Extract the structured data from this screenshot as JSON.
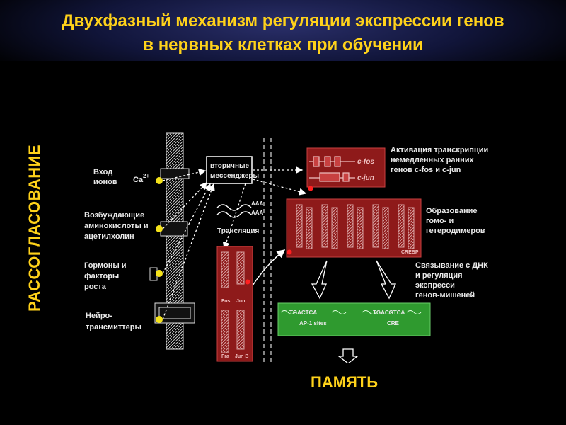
{
  "title": {
    "line1": "Двухфазный механизм регуляции экспрессии генов",
    "line2": "в нервных клетках при обучении"
  },
  "side_label": "РАССОГЛАСОВАНИЕ",
  "memory_label": "ПАМЯТЬ",
  "diagram": {
    "entry_ions": [
      "Вход",
      "ионов"
    ],
    "ca_label": "Ca",
    "ca_sup": "2+",
    "excitatory": [
      "Возбуждающие",
      "аминокислоты и",
      "ацетилхолин"
    ],
    "hormones": [
      "Гормоны и",
      "факторы",
      "роста"
    ],
    "neurotransmitters": [
      "Нейро-",
      "трансмиттеры"
    ],
    "second_messengers": [
      "вторичные",
      "мессенджеры"
    ],
    "aaa": [
      "AAA",
      "AAA"
    ],
    "translation": "Трансляция",
    "cfos": "c-fos",
    "cjun": "c-jun",
    "fos": "Fos",
    "jun": "Jun",
    "fra": "Fra",
    "junb": "Jun B",
    "crebp": "CREBP",
    "activation": [
      "Активация транскрипции",
      "немедленных ранних",
      "генов c-fos и c-jun"
    ],
    "dimers": [
      "Образование",
      "гомо- и",
      "гетеродимеров"
    ],
    "binding": [
      "Связывание с ДНК",
      "и регуляция",
      "экспресси",
      "генов-мишеней"
    ],
    "ap1_seq": "TGACTCA",
    "ap1_sites": "AP-1 sites",
    "cre_seq": "TGACGTCA",
    "cre": "CRE"
  },
  "colors": {
    "title": "#ffd21a",
    "red_box": "#8e1a1a",
    "green_box": "#2f9a2f",
    "yellow_dot": "#f4e21a"
  }
}
